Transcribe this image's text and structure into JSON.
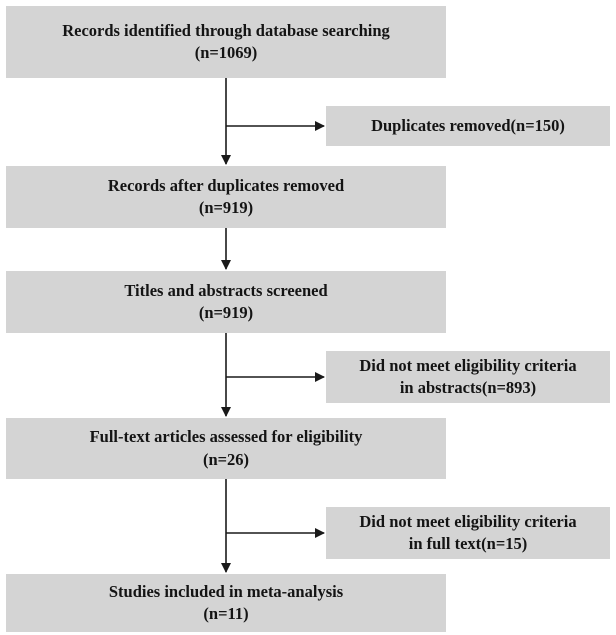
{
  "main_steps": [
    {
      "text": "Records identified through database searching",
      "count": "(n=1069)"
    },
    {
      "text": "Records after duplicates removed",
      "count": "(n=919)"
    },
    {
      "text": "Titles and abstracts screened",
      "count": "(n=919)"
    },
    {
      "text": "Full-text articles assessed for eligibility",
      "count": "(n=26)"
    },
    {
      "text": "Studies included in meta-analysis",
      "count": "(n=11)"
    }
  ],
  "exclusions": [
    {
      "line1": "Duplicates removed(n=150)"
    },
    {
      "line1": "Did not meet eligibility criteria",
      "line2": "in abstracts(n=893)"
    },
    {
      "line1": "Did not meet eligibility criteria",
      "line2": "in full text(n=15)"
    }
  ],
  "colors": {
    "box_fill": "#d4d4d4",
    "line": "#1a1a1a"
  }
}
